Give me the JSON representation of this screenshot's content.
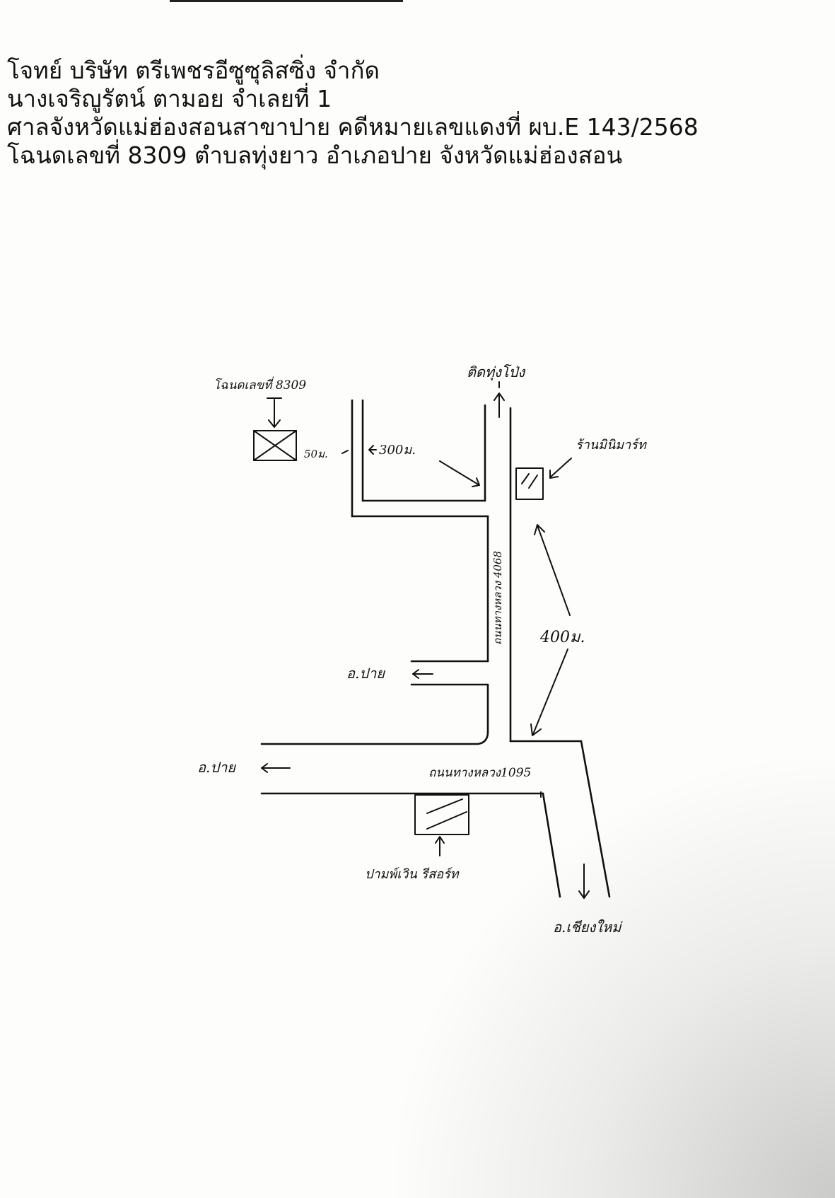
{
  "header": {
    "plaintiff": "โจทย์ บริษัท ตรีเพชรอีซูซุลิสซิ่ง จำกัด",
    "defendant": "นางเจริญูรัตน์ ตามอย จำเลยที่ 1",
    "court_case": "ศาลจังหวัดแม่ฮ่องสอนสาขาปาย คดีหมายเลขแดงที่ ผบ.E 143/2568",
    "title_deed": "โฉนดเลขที่ 8309 ตำบลทุ่งยาว อำเภอปาย จังหวัดแม่ฮ่องสอน"
  },
  "map": {
    "labels": {
      "target_property": "โฉนดเลขที่ 8309",
      "distance_near_property": "50ม.",
      "distance_side_road": "300ม.",
      "north_direction": "ติดทุ่งโป่ง",
      "mini_mart": "ร้านมินิมาร์ท",
      "distance_main": "400ม.",
      "local_road": "ถนนทางหลวง 4068",
      "to_pai_upper": "อ.ปาย",
      "to_pai_lower": "อ.ปาย",
      "highway": "ถนนทางหลวง1095",
      "landmark_bottom": "ปามพ์เวิน รีสอร์ท",
      "to_chiang_mai": "อ.เชียงใหม่"
    }
  }
}
